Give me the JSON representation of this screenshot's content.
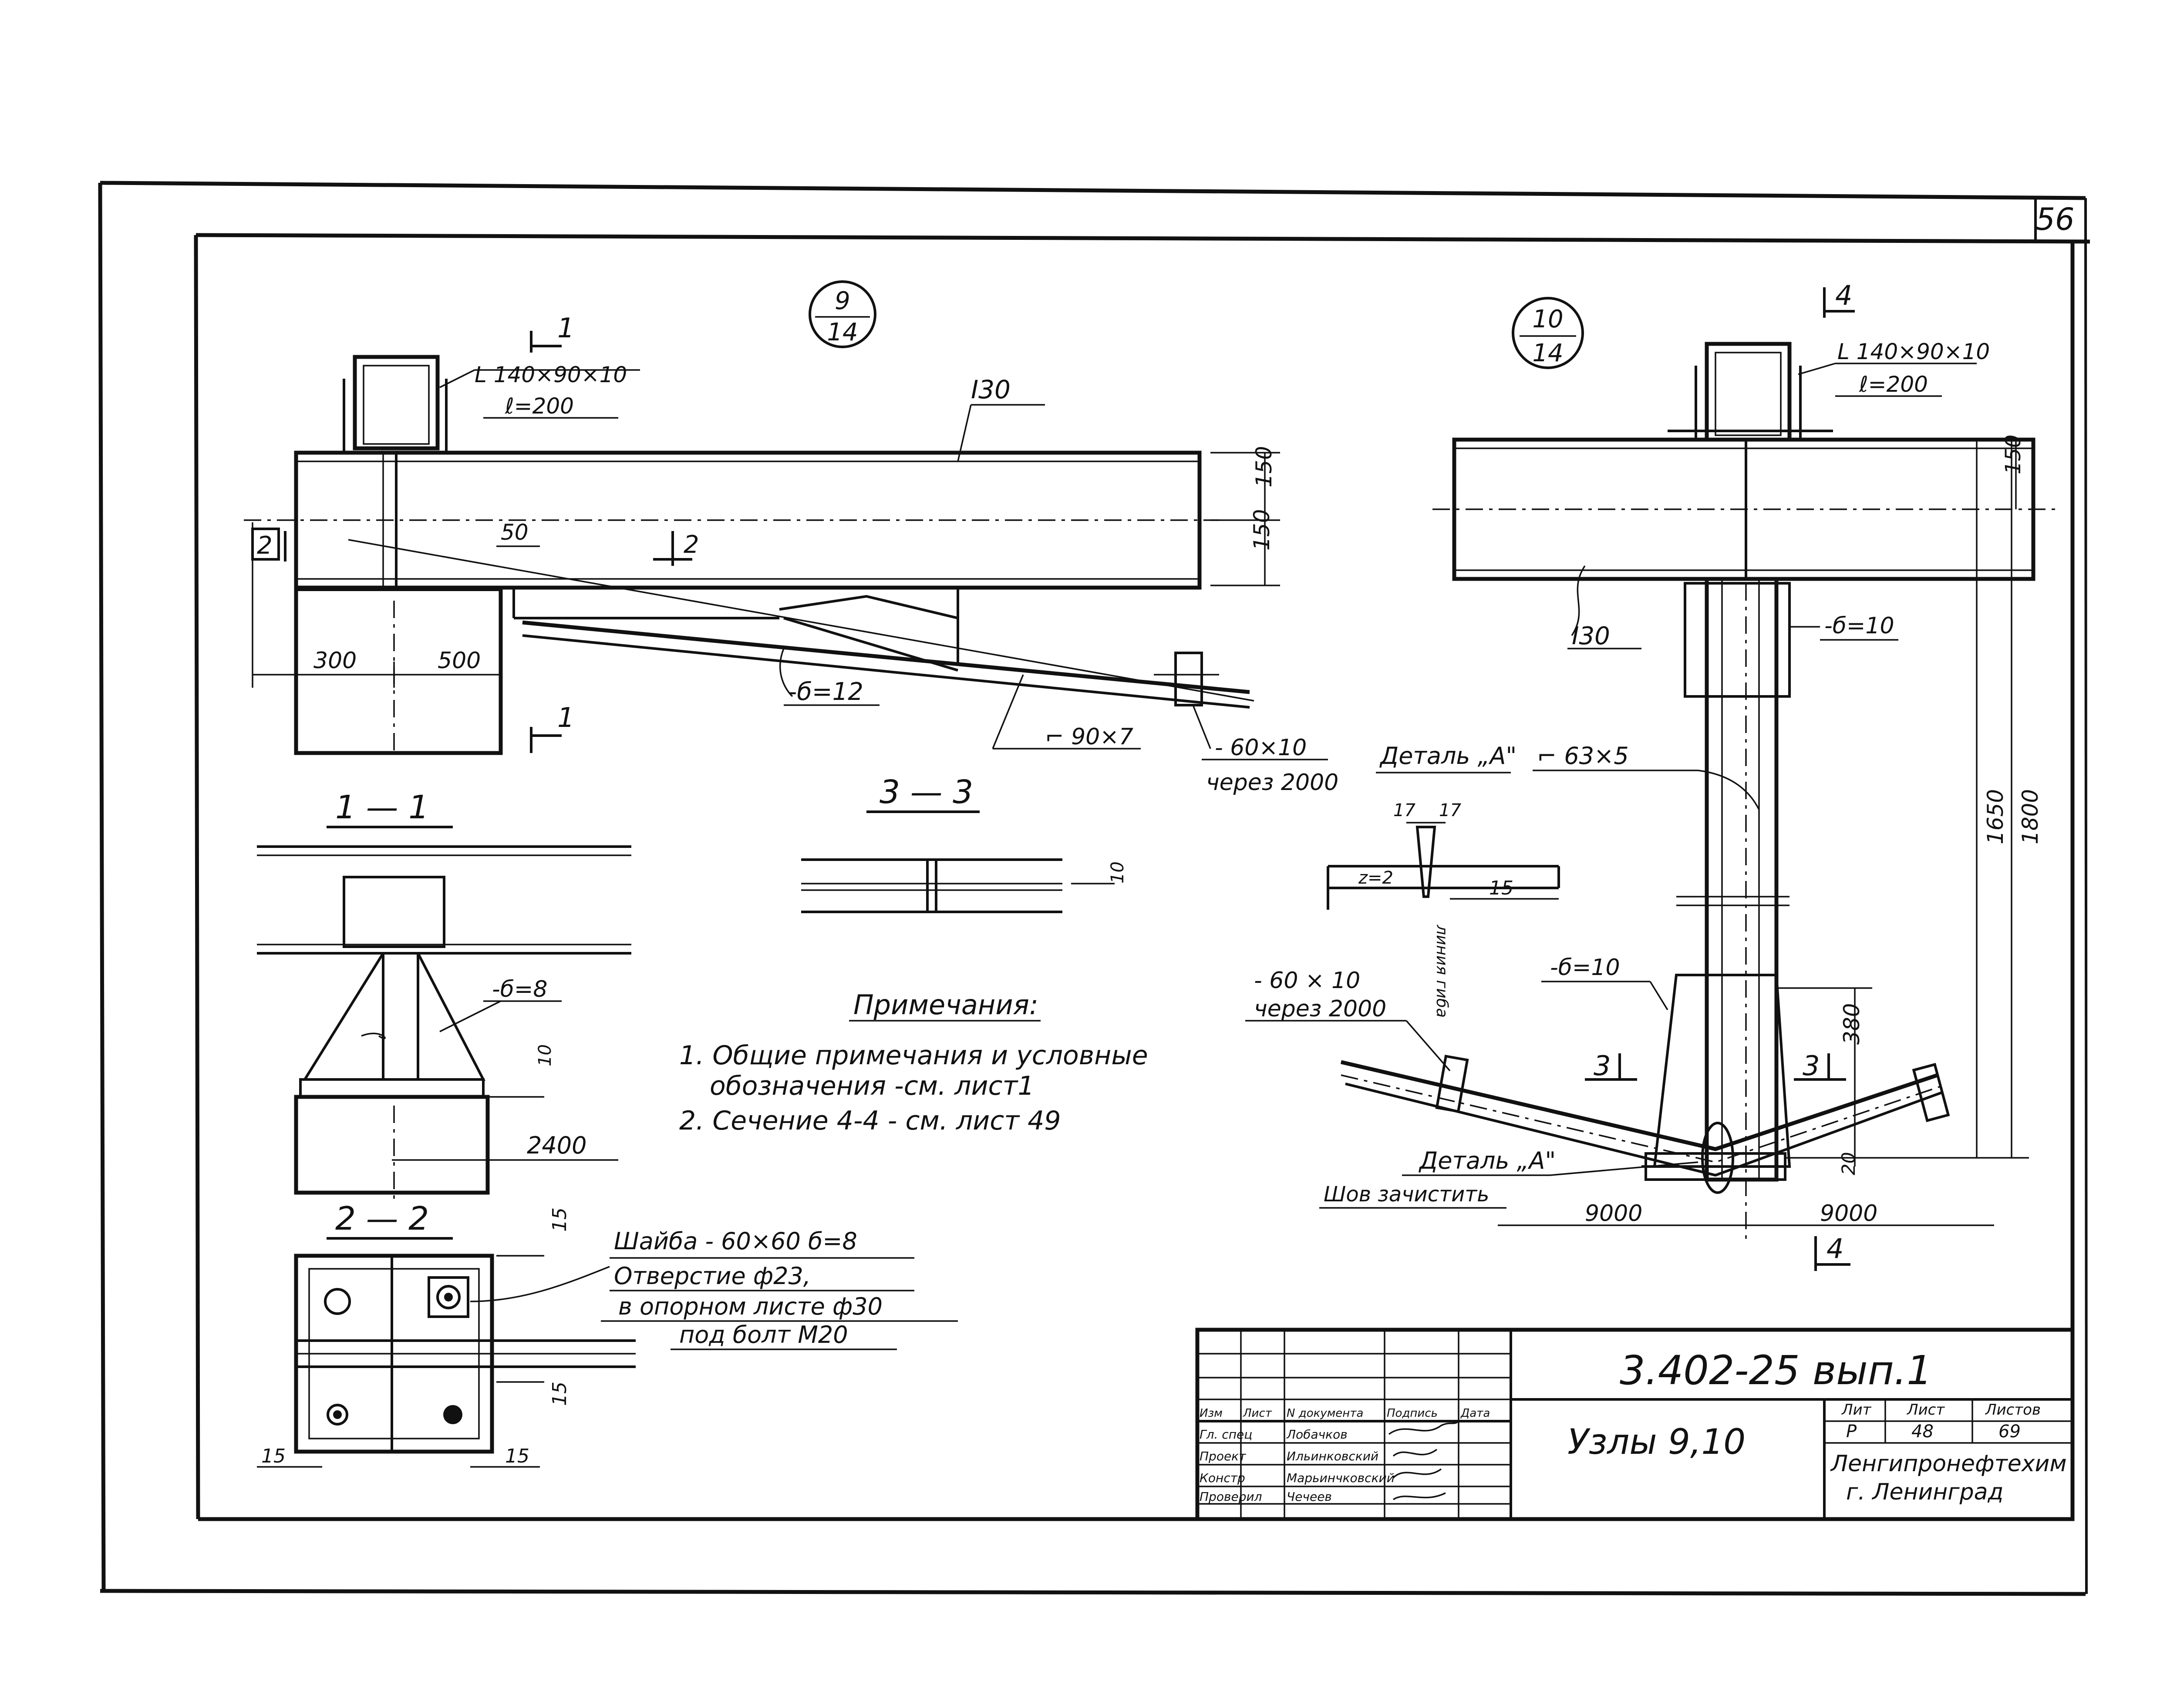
{
  "sheet": {
    "page_number": "56",
    "notes_title": "Примечания:",
    "notes": [
      "1. Общие примечания и условные",
      "обозначения -см. лист1",
      "2. Сечение 4-4 - см. лист 49"
    ]
  },
  "node9": {
    "mark_top": "9",
    "mark_bottom": "14",
    "angle_label": "L 140×90×10",
    "angle_length": "ℓ=200",
    "beam_label": "I30",
    "dim_150a": "150",
    "dim_150b": "150",
    "dim_50": "50",
    "dim_300": "300",
    "dim_500": "500",
    "plate_12": "-б=12",
    "angle_90x7": "⌐ 90×7",
    "strip_label": "- 60×10",
    "strip_spacing": "через 2000",
    "section_1": "1",
    "section_2": "2"
  },
  "node10": {
    "mark_top": "10",
    "mark_bottom": "14",
    "section_4": "4",
    "angle_label": "L 140×90×10",
    "angle_length": "ℓ=200",
    "dim_150": "150",
    "beam_label": "I30",
    "plate_10a": "-б=10",
    "plate_10b": "-б=10",
    "detail_a_label": "Деталь „А\"",
    "angle_63x5": "⌐ 63×5",
    "dim_1650": "1650",
    "dim_1800": "1800",
    "dim_380": "380",
    "dim_20": "20",
    "strip_label": "- 60 × 10",
    "strip_spacing": "через 2000",
    "section_3": "3",
    "detail_a_bottom": "Деталь „А\"",
    "weld_note": "Шов зачистить",
    "dim_9000a": "9000",
    "dim_9000b": "9000"
  },
  "detail_a": {
    "dim_17a": "17",
    "dim_17b": "17",
    "gap": "z=2",
    "dim_15": "15",
    "axis_label": "линия гиба"
  },
  "sec11": {
    "title": "1 — 1",
    "plate_8": "-б=8",
    "dim_10": "10",
    "dim_2400": "2400"
  },
  "sec33": {
    "title": "3 — 3",
    "dim_10": "10"
  },
  "sec22": {
    "title": "2 — 2",
    "washer": "Шайба - 60×60  б=8",
    "hole": "Отверстие ф23,",
    "hole2": "в опорном листе ф30",
    "bolt": "под болт  М20",
    "dim_15a": "15",
    "dim_15b": "15",
    "dim_15c": "15",
    "dim_15d": "15"
  },
  "title_block": {
    "doc_code": "3.402-25 вып.1",
    "title": "Узлы 9,10",
    "org1": "Ленгипронефтехим",
    "org2": "г. Ленинград",
    "stage_label": "Лит",
    "sheet_label": "Лист",
    "sheets_label": "Листов",
    "stage": "Р",
    "sheet": "48",
    "sheets": "69",
    "col_headers": [
      "Изм",
      "Лист",
      "N документа",
      "Подпись",
      "Дата"
    ],
    "roles": [
      "Гл. спец",
      "Проект",
      "Констр",
      "Проверил"
    ],
    "names": [
      "Лобачков",
      "Ильинковский",
      "Марьинчковский",
      "Чечеев"
    ]
  }
}
